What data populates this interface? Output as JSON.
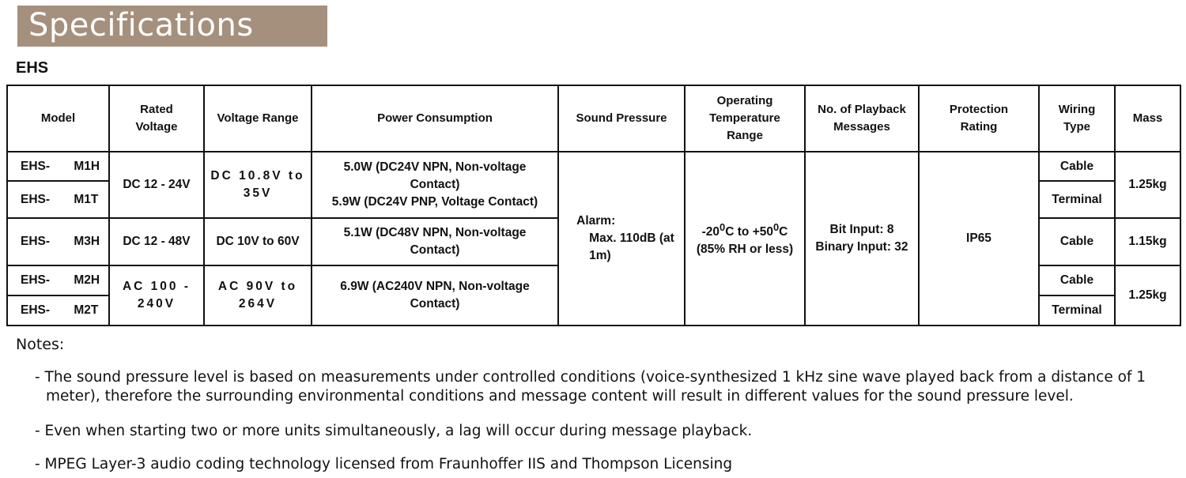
{
  "header": {
    "title": "Specifications",
    "series": "EHS"
  },
  "table": {
    "columns": {
      "model": "Model",
      "rated_voltage": [
        "Rated",
        "Voltage"
      ],
      "voltage_range": "Voltage Range",
      "power": "Power Consumption",
      "sound": "Sound Pressure",
      "temp": [
        "Operating",
        "Temperature",
        "Range"
      ],
      "messages": [
        "No. of Playback",
        "Messages"
      ],
      "protection": [
        "Protection",
        "Rating"
      ],
      "wiring": [
        "Wiring",
        "Type"
      ],
      "mass": "Mass"
    },
    "models": [
      "EHS- M1H",
      "EHS- M1T",
      "EHS- M3H",
      "EHS- M2H",
      "EHS- M2T"
    ],
    "rated_voltage": [
      "DC 12 - 24V",
      "DC 12 - 48V",
      "AC 100 - 240V"
    ],
    "voltage_range": [
      "DC 10.8V to 35V",
      "DC 10V to 60V",
      "AC 90V to 264V"
    ],
    "power": {
      "g1_a": [
        "5.0W (DC24V NPN, Non-voltage",
        "Contact)"
      ],
      "g1_b": "5.9W (DC24V PNP, Voltage Contact)",
      "g2": [
        "5.1W (DC48V NPN, Non-voltage",
        "Contact)"
      ],
      "g3": [
        "6.9W (AC240V NPN, Non-voltage",
        "Contact)"
      ]
    },
    "sound_pressure": {
      "head": "Alarm:",
      "body": [
        "Max. 110dB (at",
        "1m)"
      ]
    },
    "temperature": {
      "low": "-20",
      "high": "+50",
      "unit": "C",
      "deg": "0",
      "to": "to",
      "rh": "(85% RH or less)"
    },
    "messages": [
      "Bit Input: 8",
      "Binary Input: 32"
    ],
    "protection": "IP65",
    "wiring": [
      "Cable",
      "Terminal",
      "Cable",
      "Cable",
      "Terminal"
    ],
    "mass": [
      "1.25kg",
      "1.15kg",
      "1.25kg"
    ]
  },
  "notes": {
    "title": "Notes:",
    "items": [
      "- The sound pressure level is based on measurements under controlled conditions (voice-synthesized 1 kHz sine wave played back from a distance of 1 meter), therefore the surrounding environmental conditions and message content will result in different values for the sound pressure level.",
      "- Even when starting two or more units simultaneously, a lag will occur during message playback.",
      "- MPEG Layer-3 audio coding technology licensed from Fraunhoffer IIS and Thompson Licensing"
    ]
  }
}
